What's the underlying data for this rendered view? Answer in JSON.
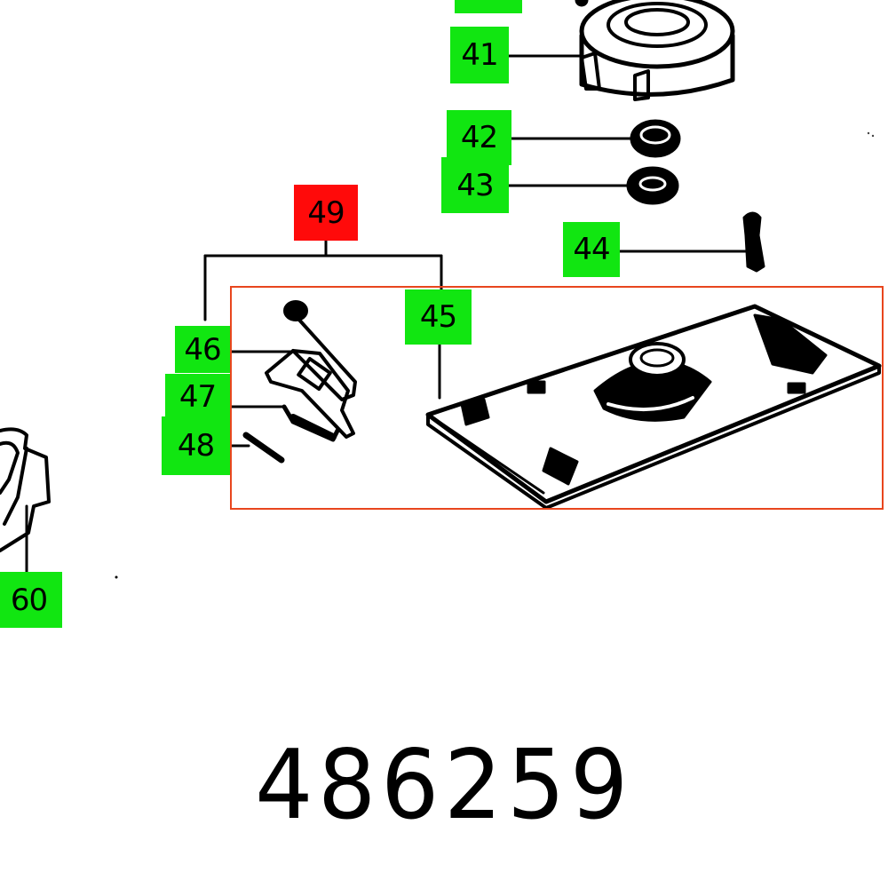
{
  "diagram": {
    "type": "exploded-parts-diagram",
    "part_number": "486259",
    "colors": {
      "callout_green": "#11e611",
      "callout_red": "#ff0a0a",
      "highlight_frame": "#e8461e",
      "line": "#000000"
    },
    "callouts": [
      {
        "id": "40",
        "label": "",
        "color": "green",
        "note": "partially cropped at top"
      },
      {
        "id": "41",
        "label": "41",
        "color": "green",
        "part": "bearing housing"
      },
      {
        "id": "42",
        "label": "42",
        "color": "green",
        "part": "ring"
      },
      {
        "id": "43",
        "label": "43",
        "color": "green",
        "part": "nut"
      },
      {
        "id": "44",
        "label": "44",
        "color": "green",
        "part": "pin"
      },
      {
        "id": "45",
        "label": "45",
        "color": "green",
        "part": "sanding pad base plate"
      },
      {
        "id": "46",
        "label": "46",
        "color": "green",
        "part": "clamp lever"
      },
      {
        "id": "47",
        "label": "47",
        "color": "green",
        "part": "clamp spring"
      },
      {
        "id": "48",
        "label": "48",
        "color": "green",
        "part": "pin"
      },
      {
        "id": "49",
        "label": "49",
        "color": "red",
        "part": "assembly (46-48, 45)",
        "highlighted": true
      },
      {
        "id": "60",
        "label": "60",
        "color": "green",
        "part": "housing fragment"
      }
    ]
  }
}
